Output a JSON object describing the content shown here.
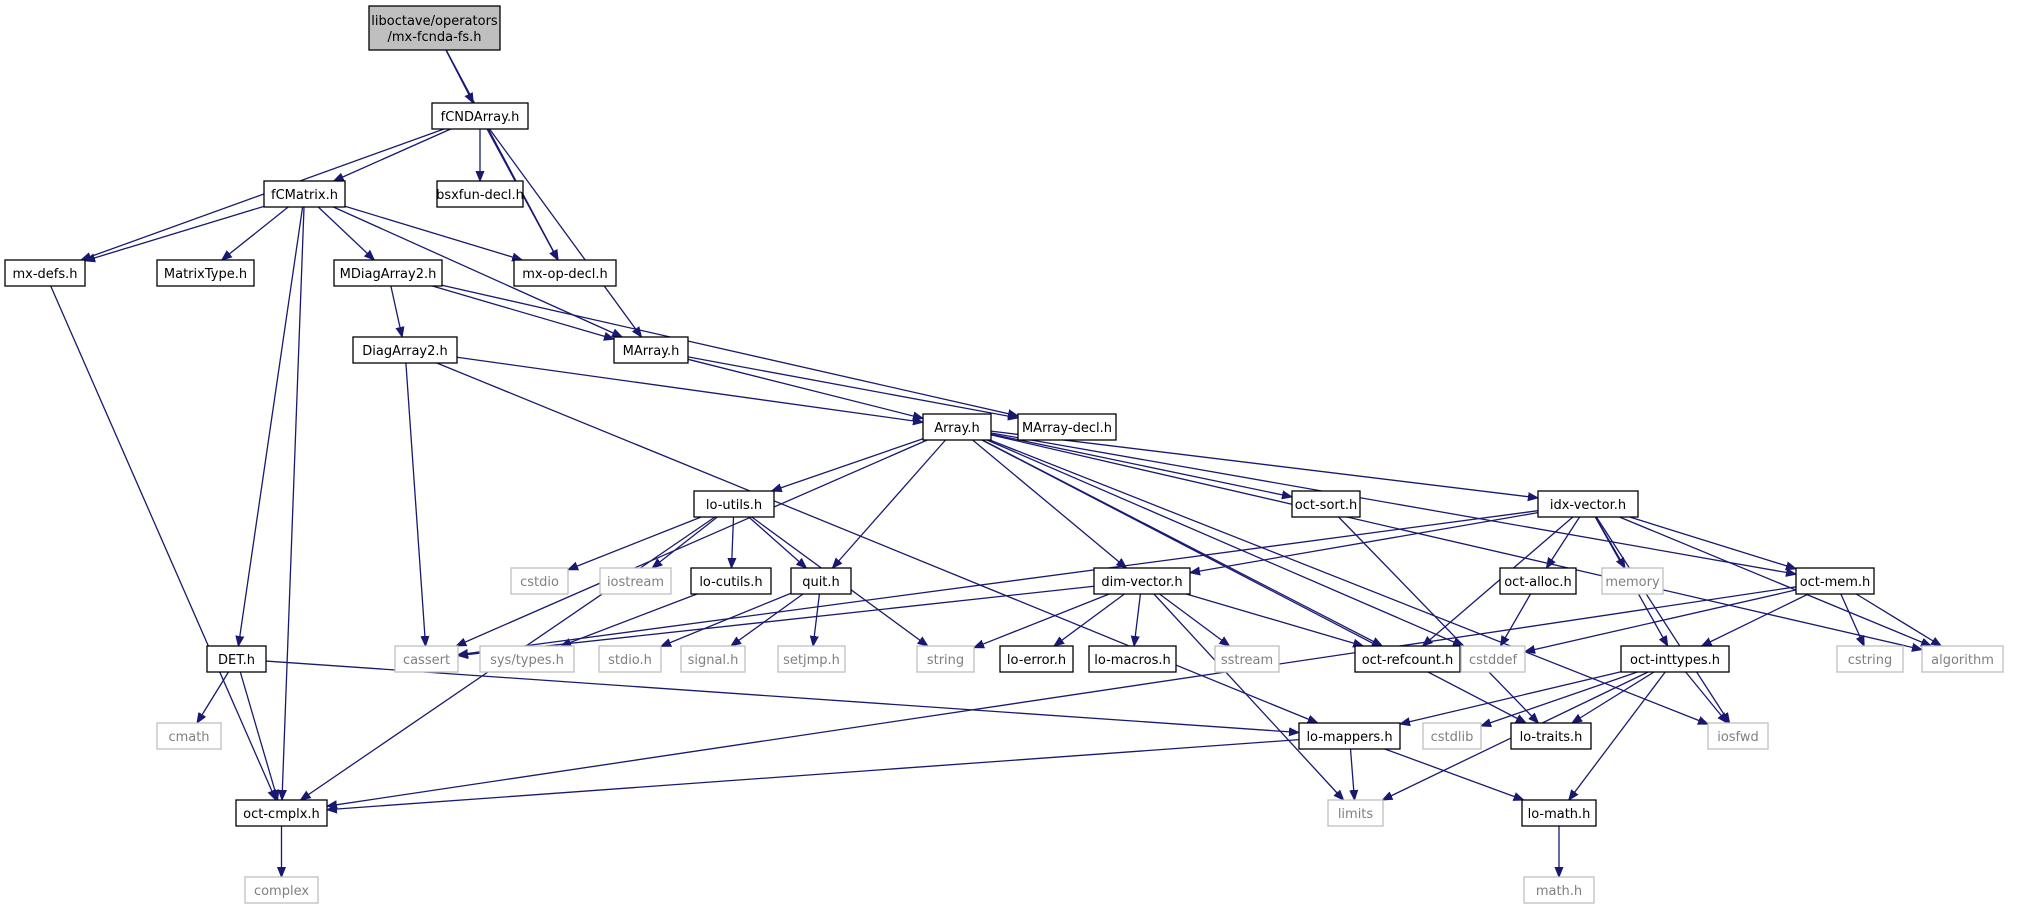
{
  "colors": {
    "edge": "#191970",
    "root_fill": "#bfbfbf",
    "sys_stroke": "#bfbfbf",
    "sys_text": "#808080"
  },
  "nodes": {
    "root": {
      "label": "liboctave/operators\n/mx-fcnda-fs.h",
      "kind": "root"
    },
    "fCNDArray": {
      "label": "fCNDArray.h"
    },
    "fCMatrix": {
      "label": "fCMatrix.h"
    },
    "bsxfun": {
      "label": "bsxfun-decl.h"
    },
    "mxdefs": {
      "label": "mx-defs.h"
    },
    "MatrixType": {
      "label": "MatrixType.h"
    },
    "MDiag": {
      "label": "MDiagArray2.h"
    },
    "mxop": {
      "label": "mx-op-decl.h"
    },
    "DiagArray2": {
      "label": "DiagArray2.h"
    },
    "MArray": {
      "label": "MArray.h"
    },
    "Array": {
      "label": "Array.h"
    },
    "MArrayDecl": {
      "label": "MArray-decl.h"
    },
    "loutils": {
      "label": "lo-utils.h"
    },
    "octsort": {
      "label": "oct-sort.h"
    },
    "idxvector": {
      "label": "idx-vector.h"
    },
    "cstdio": {
      "label": "cstdio",
      "kind": "sys"
    },
    "iostream": {
      "label": "iostream",
      "kind": "sys"
    },
    "locutils": {
      "label": "lo-cutils.h"
    },
    "quit": {
      "label": "quit.h"
    },
    "dimvector": {
      "label": "dim-vector.h"
    },
    "octalloc": {
      "label": "oct-alloc.h"
    },
    "memory": {
      "label": "memory",
      "kind": "sys"
    },
    "octmem": {
      "label": "oct-mem.h"
    },
    "DET": {
      "label": "DET.h"
    },
    "cassert": {
      "label": "cassert",
      "kind": "sys"
    },
    "systypes": {
      "label": "sys/types.h",
      "kind": "sys"
    },
    "stdio": {
      "label": "stdio.h",
      "kind": "sys"
    },
    "signal": {
      "label": "signal.h",
      "kind": "sys"
    },
    "setjmp": {
      "label": "setjmp.h",
      "kind": "sys"
    },
    "string": {
      "label": "string",
      "kind": "sys"
    },
    "loerror": {
      "label": "lo-error.h"
    },
    "lomacros": {
      "label": "lo-macros.h"
    },
    "sstream": {
      "label": "sstream",
      "kind": "sys"
    },
    "refcount": {
      "label": "oct-refcount.h"
    },
    "cstddef": {
      "label": "cstddef",
      "kind": "sys"
    },
    "inttypes": {
      "label": "oct-inttypes.h"
    },
    "cstring": {
      "label": "cstring",
      "kind": "sys"
    },
    "algorithm": {
      "label": "algorithm",
      "kind": "sys"
    },
    "cmath": {
      "label": "cmath",
      "kind": "sys"
    },
    "mappers": {
      "label": "lo-mappers.h"
    },
    "cstdlib": {
      "label": "cstdlib",
      "kind": "sys"
    },
    "lotraits": {
      "label": "lo-traits.h"
    },
    "iosfwd": {
      "label": "iosfwd",
      "kind": "sys"
    },
    "cmplx": {
      "label": "oct-cmplx.h"
    },
    "limits": {
      "label": "limits",
      "kind": "sys"
    },
    "lomath": {
      "label": "lo-math.h"
    },
    "complex": {
      "label": "complex",
      "kind": "sys"
    },
    "mathh": {
      "label": "math.h",
      "kind": "sys"
    }
  },
  "edges": [
    [
      "root",
      "fCNDArray"
    ],
    [
      "root",
      "mxop"
    ],
    [
      "fCNDArray",
      "fCMatrix"
    ],
    [
      "fCNDArray",
      "mxdefs"
    ],
    [
      "fCNDArray",
      "bsxfun"
    ],
    [
      "fCNDArray",
      "mxop"
    ],
    [
      "fCNDArray",
      "MArray"
    ],
    [
      "fCMatrix",
      "mxdefs"
    ],
    [
      "fCMatrix",
      "MatrixType"
    ],
    [
      "fCMatrix",
      "MDiag"
    ],
    [
      "fCMatrix",
      "mxop"
    ],
    [
      "fCMatrix",
      "MArray"
    ],
    [
      "fCMatrix",
      "DET"
    ],
    [
      "fCMatrix",
      "cmplx"
    ],
    [
      "mxdefs",
      "cmplx"
    ],
    [
      "MDiag",
      "DiagArray2"
    ],
    [
      "MDiag",
      "MArray"
    ],
    [
      "MDiag",
      "MArrayDecl"
    ],
    [
      "DiagArray2",
      "Array"
    ],
    [
      "DiagArray2",
      "cassert"
    ],
    [
      "DiagArray2",
      "mappers"
    ],
    [
      "MArray",
      "Array"
    ],
    [
      "MArray",
      "MArrayDecl"
    ],
    [
      "Array",
      "loutils"
    ],
    [
      "Array",
      "quit"
    ],
    [
      "Array",
      "dimvector"
    ],
    [
      "Array",
      "refcount"
    ],
    [
      "Array",
      "octsort"
    ],
    [
      "Array",
      "idxvector"
    ],
    [
      "Array",
      "octmem"
    ],
    [
      "Array",
      "cassert"
    ],
    [
      "Array",
      "cstddef"
    ],
    [
      "Array",
      "algorithm"
    ],
    [
      "Array",
      "iosfwd"
    ],
    [
      "Array",
      "lotraits"
    ],
    [
      "loutils",
      "cstdio"
    ],
    [
      "loutils",
      "iostream"
    ],
    [
      "loutils",
      "locutils"
    ],
    [
      "loutils",
      "quit"
    ],
    [
      "loutils",
      "string"
    ],
    [
      "loutils",
      "cmplx"
    ],
    [
      "locutils",
      "systypes"
    ],
    [
      "quit",
      "stdio"
    ],
    [
      "quit",
      "signal"
    ],
    [
      "quit",
      "setjmp"
    ],
    [
      "dimvector",
      "cassert"
    ],
    [
      "dimvector",
      "string"
    ],
    [
      "dimvector",
      "loerror"
    ],
    [
      "dimvector",
      "lomacros"
    ],
    [
      "dimvector",
      "sstream"
    ],
    [
      "dimvector",
      "refcount"
    ],
    [
      "dimvector",
      "limits"
    ],
    [
      "octsort",
      "lotraits"
    ],
    [
      "idxvector",
      "dimvector"
    ],
    [
      "idxvector",
      "cassert"
    ],
    [
      "idxvector",
      "octalloc"
    ],
    [
      "idxvector",
      "memory"
    ],
    [
      "idxvector",
      "octmem"
    ],
    [
      "idxvector",
      "refcount"
    ],
    [
      "idxvector",
      "inttypes"
    ],
    [
      "idxvector",
      "iosfwd"
    ],
    [
      "idxvector",
      "algorithm"
    ],
    [
      "octalloc",
      "cstddef"
    ],
    [
      "octmem",
      "cstddef"
    ],
    [
      "octmem",
      "cstring"
    ],
    [
      "octmem",
      "algorithm"
    ],
    [
      "octmem",
      "inttypes"
    ],
    [
      "octmem",
      "cmplx"
    ],
    [
      "inttypes",
      "mappers"
    ],
    [
      "inttypes",
      "cstdlib"
    ],
    [
      "inttypes",
      "lotraits"
    ],
    [
      "inttypes",
      "iosfwd"
    ],
    [
      "inttypes",
      "limits"
    ],
    [
      "inttypes",
      "lomath"
    ],
    [
      "DET",
      "cmath"
    ],
    [
      "DET",
      "cmplx"
    ],
    [
      "DET",
      "mappers"
    ],
    [
      "mappers",
      "cmplx"
    ],
    [
      "mappers",
      "limits"
    ],
    [
      "mappers",
      "lomath"
    ],
    [
      "cmplx",
      "complex"
    ],
    [
      "lomath",
      "mathh"
    ]
  ]
}
